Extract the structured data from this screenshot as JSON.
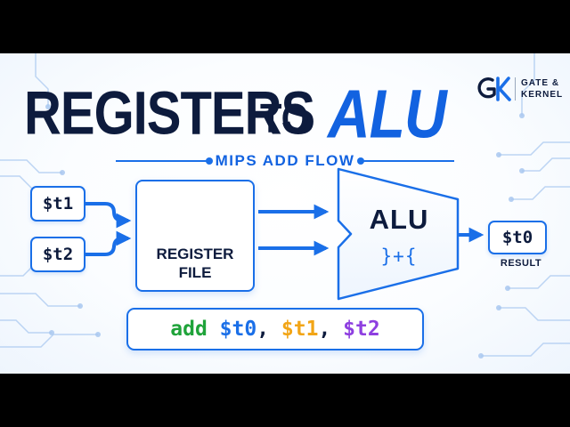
{
  "title": {
    "part1": "REGISTERS",
    "part2": "TO",
    "part3": "ALU"
  },
  "subtitle": "MIPS ADD FLOW",
  "logo": {
    "mark": "GK",
    "line1": "GATE &",
    "line2": "KERNEL"
  },
  "registers": {
    "input1": "$t1",
    "input2": "$t2",
    "output": "$t0",
    "output_caption": "RESULT"
  },
  "register_file": {
    "line1": "REGISTER",
    "line2": "FILE"
  },
  "alu": {
    "label": "ALU",
    "operation": "}+{"
  },
  "instruction": {
    "opcode": "add",
    "dest": "$t0",
    "sep1": ", ",
    "src1": "$t1",
    "sep2": ", ",
    "src2": "$t2"
  },
  "colors": {
    "accent_blue": "#1a6fe8",
    "navy": "#0d1b3d",
    "opcode_green": "#1fa33a",
    "t1_orange": "#f2a516",
    "t2_purple": "#8e3fe0"
  },
  "icons": [
    "table-grid-icon",
    "arrow-right-icon",
    "gk-logo-icon"
  ]
}
